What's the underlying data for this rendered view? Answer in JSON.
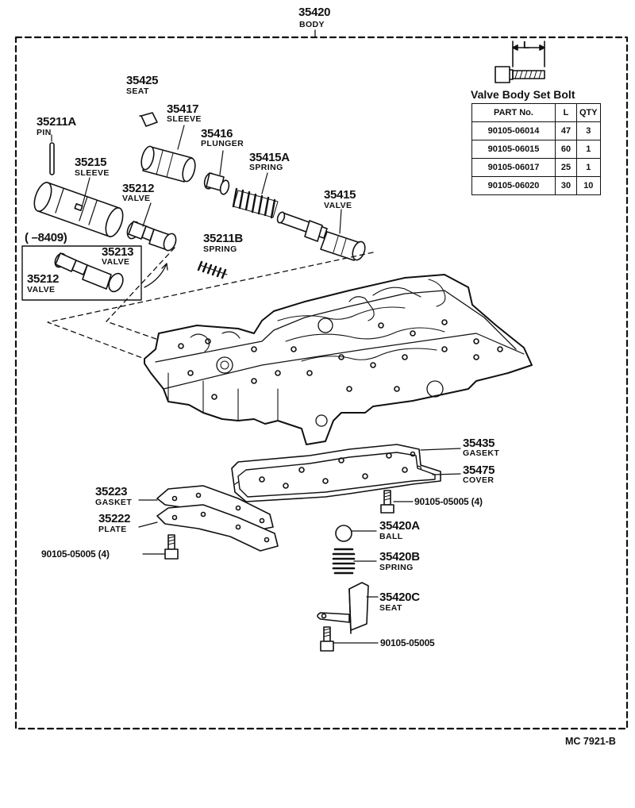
{
  "assembly": {
    "number": "35420",
    "name": "BODY"
  },
  "parts": [
    {
      "id": "p35425",
      "number": "35425",
      "name": "SEAT"
    },
    {
      "id": "p35417",
      "number": "35417",
      "name": "SLEEVE"
    },
    {
      "id": "p35211a",
      "number": "35211A",
      "name": "PIN"
    },
    {
      "id": "p35416",
      "number": "35416",
      "name": "PLUNGER"
    },
    {
      "id": "p35215",
      "number": "35215",
      "name": "SLEEVE"
    },
    {
      "id": "p35415a",
      "number": "35415A",
      "name": "SPRING"
    },
    {
      "id": "p35212",
      "number": "35212",
      "name": "VALVE"
    },
    {
      "id": "p35415",
      "number": "35415",
      "name": "VALVE"
    },
    {
      "id": "p35211b",
      "number": "35211B",
      "name": "SPRING"
    },
    {
      "id": "p35213",
      "number": "35213",
      "name": "VALVE"
    },
    {
      "id": "p35212b",
      "number": "35212",
      "name": "VALVE"
    },
    {
      "id": "p35435",
      "number": "35435",
      "name": "GASEKT"
    },
    {
      "id": "p35475",
      "number": "35475",
      "name": "COVER"
    },
    {
      "id": "p35223",
      "number": "35223",
      "name": "GASKET"
    },
    {
      "id": "p35222",
      "number": "35222",
      "name": "PLATE"
    },
    {
      "id": "p35420a",
      "number": "35420A",
      "name": "BALL"
    },
    {
      "id": "p35420b",
      "number": "35420B",
      "name": "SPRING"
    },
    {
      "id": "p35420c",
      "number": "35420C",
      "name": "SEAT"
    }
  ],
  "inset_note": "(    –8409)",
  "bolts": {
    "cover_bolt": "90105-05005 (4)",
    "plate_bolt": "90105-05005 (4)",
    "seat_bolt": "90105-05005"
  },
  "bolt_table": {
    "title": "Valve Body Set Bolt",
    "dimension_label": "L",
    "headers": [
      "PART No.",
      "L",
      "QTY"
    ],
    "rows": [
      [
        "90105-06014",
        "47",
        "3"
      ],
      [
        "90105-06015",
        "60",
        "1"
      ],
      [
        "90105-06017",
        "25",
        "1"
      ],
      [
        "90105-06020",
        "30",
        "10"
      ]
    ]
  },
  "diagram_ref": "MC  7921-B"
}
